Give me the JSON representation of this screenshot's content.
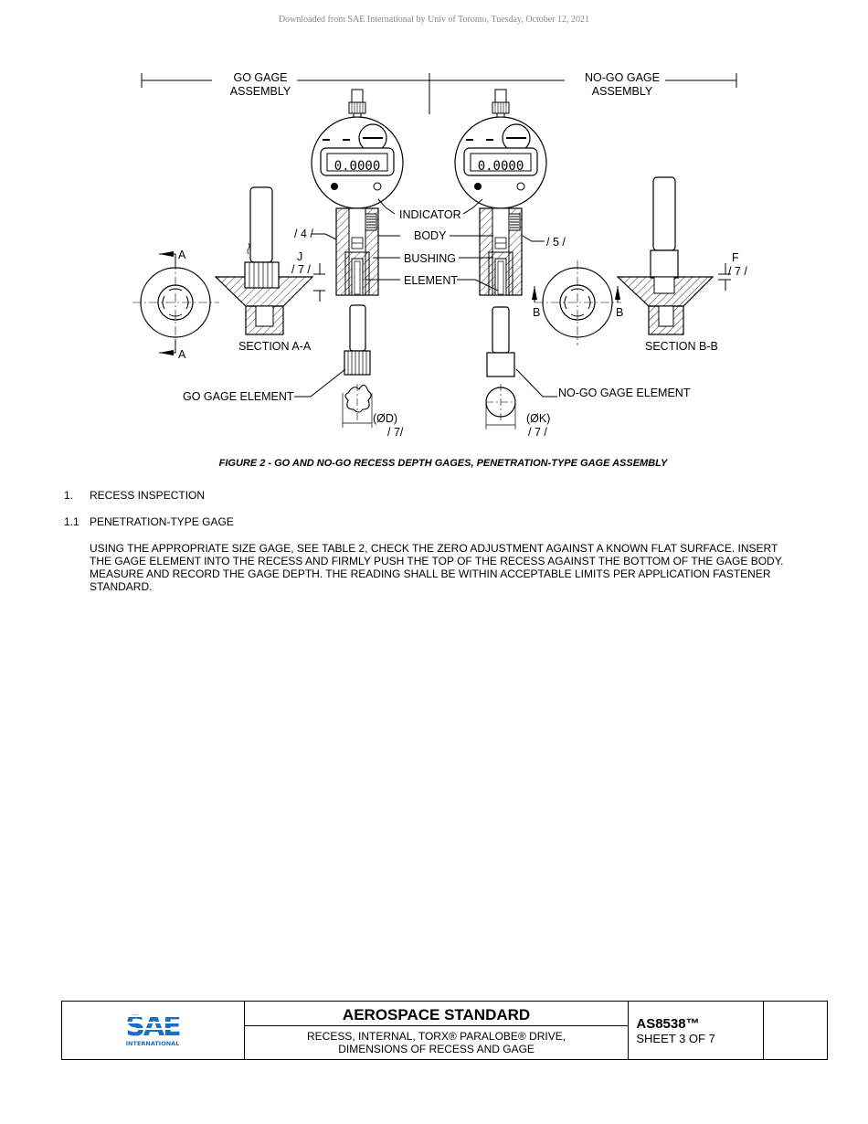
{
  "watermark": "Downloaded from SAE International by Univ of Toronto, Tuesday, October 12, 2021",
  "figure": {
    "go_assembly": [
      "GO GAGE",
      "ASSEMBLY"
    ],
    "nogo_assembly": [
      "NO-GO GAGE",
      "ASSEMBLY"
    ],
    "display_value": "0.0000",
    "labels": {
      "indicator": "INDICATOR",
      "body": "BODY",
      "bushing": "BUSHING",
      "element": "ELEMENT",
      "note4": "/ 4 /",
      "note5": "/ 5 /",
      "j": "J",
      "j_note": "/ 7 /",
      "f": "F",
      "f_note": "/ 7 /",
      "a": "A",
      "b": "B",
      "section_aa": "SECTION A-A",
      "section_bb": "SECTION B-B",
      "go_element": "GO GAGE ELEMENT",
      "nogo_element": "NO-GO GAGE ELEMENT",
      "od": "(ØD)",
      "od_note": "/ 7/",
      "ok": "(ØK)",
      "ok_note": "/ 7 /"
    },
    "caption": "FIGURE 2 - GO AND NO-GO RECESS DEPTH GAGES, PENETRATION-TYPE GAGE ASSEMBLY"
  },
  "sections": {
    "s1_num": "1.",
    "s1_title": "RECESS INSPECTION",
    "s11_num": "1.1",
    "s11_title": "PENETRATION-TYPE GAGE",
    "s11_body": "USING THE APPROPRIATE SIZE GAGE, SEE TABLE 2, CHECK THE ZERO ADJUSTMENT AGAINST A KNOWN FLAT SURFACE. INSERT THE GAGE ELEMENT INTO THE RECESS AND FIRMLY PUSH THE TOP OF THE RECESS AGAINST THE BOTTOM OF THE GAGE BODY. MEASURE AND RECORD THE GAGE DEPTH. THE READING SHALL BE WITHIN ACCEPTABLE LIMITS PER APPLICATION FASTENER STANDARD."
  },
  "footer": {
    "logo_text": "SAE",
    "logo_sub": "INTERNATIONAL",
    "title": "AEROSPACE STANDARD",
    "subtitle_line1": "RECESS, INTERNAL, TORX® PARALOBE® DRIVE,",
    "subtitle_line2": "DIMENSIONS OF RECESS AND GAGE",
    "doc_id": "AS8538™",
    "sheet": "SHEET 3 OF 7"
  },
  "colors": {
    "logo_blue": "#1a6fc1",
    "watermark_gray": "#8a8a8a"
  }
}
